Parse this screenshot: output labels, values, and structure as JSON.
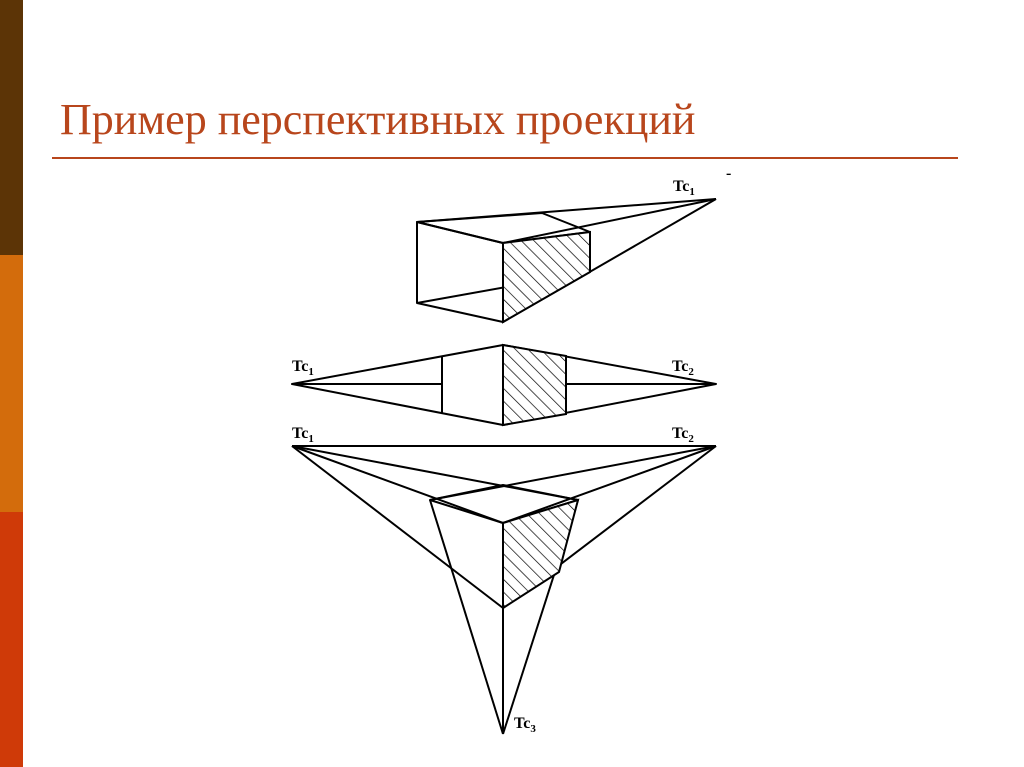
{
  "slide": {
    "title": "Пример перспективных проекций",
    "colors": {
      "title": "#b8461c",
      "rule": "#b8461c",
      "bar_top": "#5c3406",
      "bar_middle": "#d36c0c",
      "bar_bottom": "#cf3a08"
    }
  },
  "diagram": {
    "labels": {
      "one_point_vp": {
        "base": "Tc",
        "index": "1"
      },
      "two_point_vp_left": {
        "base": "Tc",
        "index": "1"
      },
      "two_point_vp_right": {
        "base": "Tc",
        "index": "2"
      },
      "three_point_vp_left": {
        "base": "Tc",
        "index": "1"
      },
      "three_point_vp_right": {
        "base": "Tc",
        "index": "2"
      },
      "three_point_vp_bottom": {
        "base": "Tc",
        "index": "3"
      },
      "stray_mark": "-"
    }
  }
}
